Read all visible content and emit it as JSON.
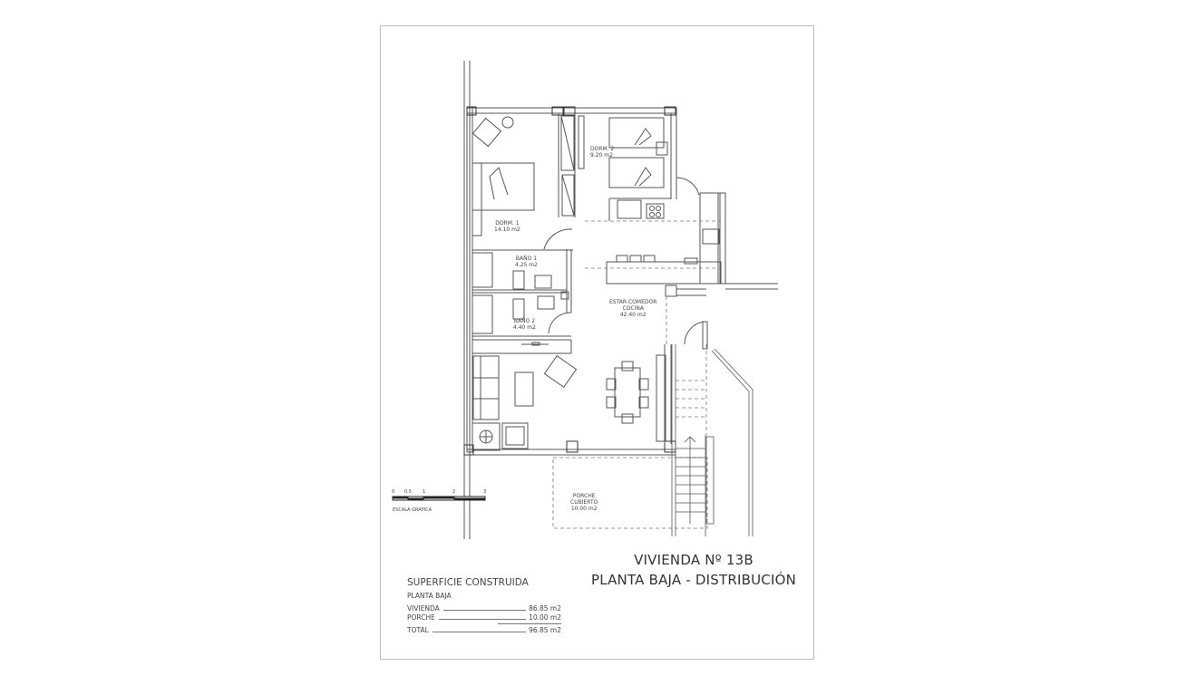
{
  "title": {
    "line1": "VIVIENDA Nº 13B",
    "line2": "PLANTA BAJA - DISTRIBUCIÓN"
  },
  "rooms": [
    {
      "name": "DORM. 1",
      "area": "14.10 m2"
    },
    {
      "name": "DORM. 2",
      "area": "9.20 m2"
    },
    {
      "name": "BAÑO 1",
      "area": "4.25 m2"
    },
    {
      "name": "BAÑO 2",
      "area": "4.40 m2"
    },
    {
      "name": "ESTAR-COMEDOR",
      "name2": "COCINA",
      "area": "42.40 m2"
    },
    {
      "name": "PORCHE",
      "name2": "CUBIERTO",
      "area": "10.00 m2"
    }
  ],
  "scale": {
    "ticks": [
      "0",
      "0.5",
      "1",
      "2",
      "3"
    ],
    "label": "ESCALA GRÁFICA"
  },
  "summary": {
    "heading": "SUPERFICIE CONSTRUIDA",
    "subheading": "PLANTA BAJA",
    "rows": [
      {
        "label": "VIVIENDA",
        "value": "86.85 m2"
      },
      {
        "label": "PORCHE",
        "value": "10.00 m2"
      }
    ],
    "total": {
      "label": "TOTAL",
      "value": "96.85 m2"
    }
  },
  "colors": {
    "line": "#555555",
    "wall": "#333333",
    "border": "#bdbdbd"
  }
}
